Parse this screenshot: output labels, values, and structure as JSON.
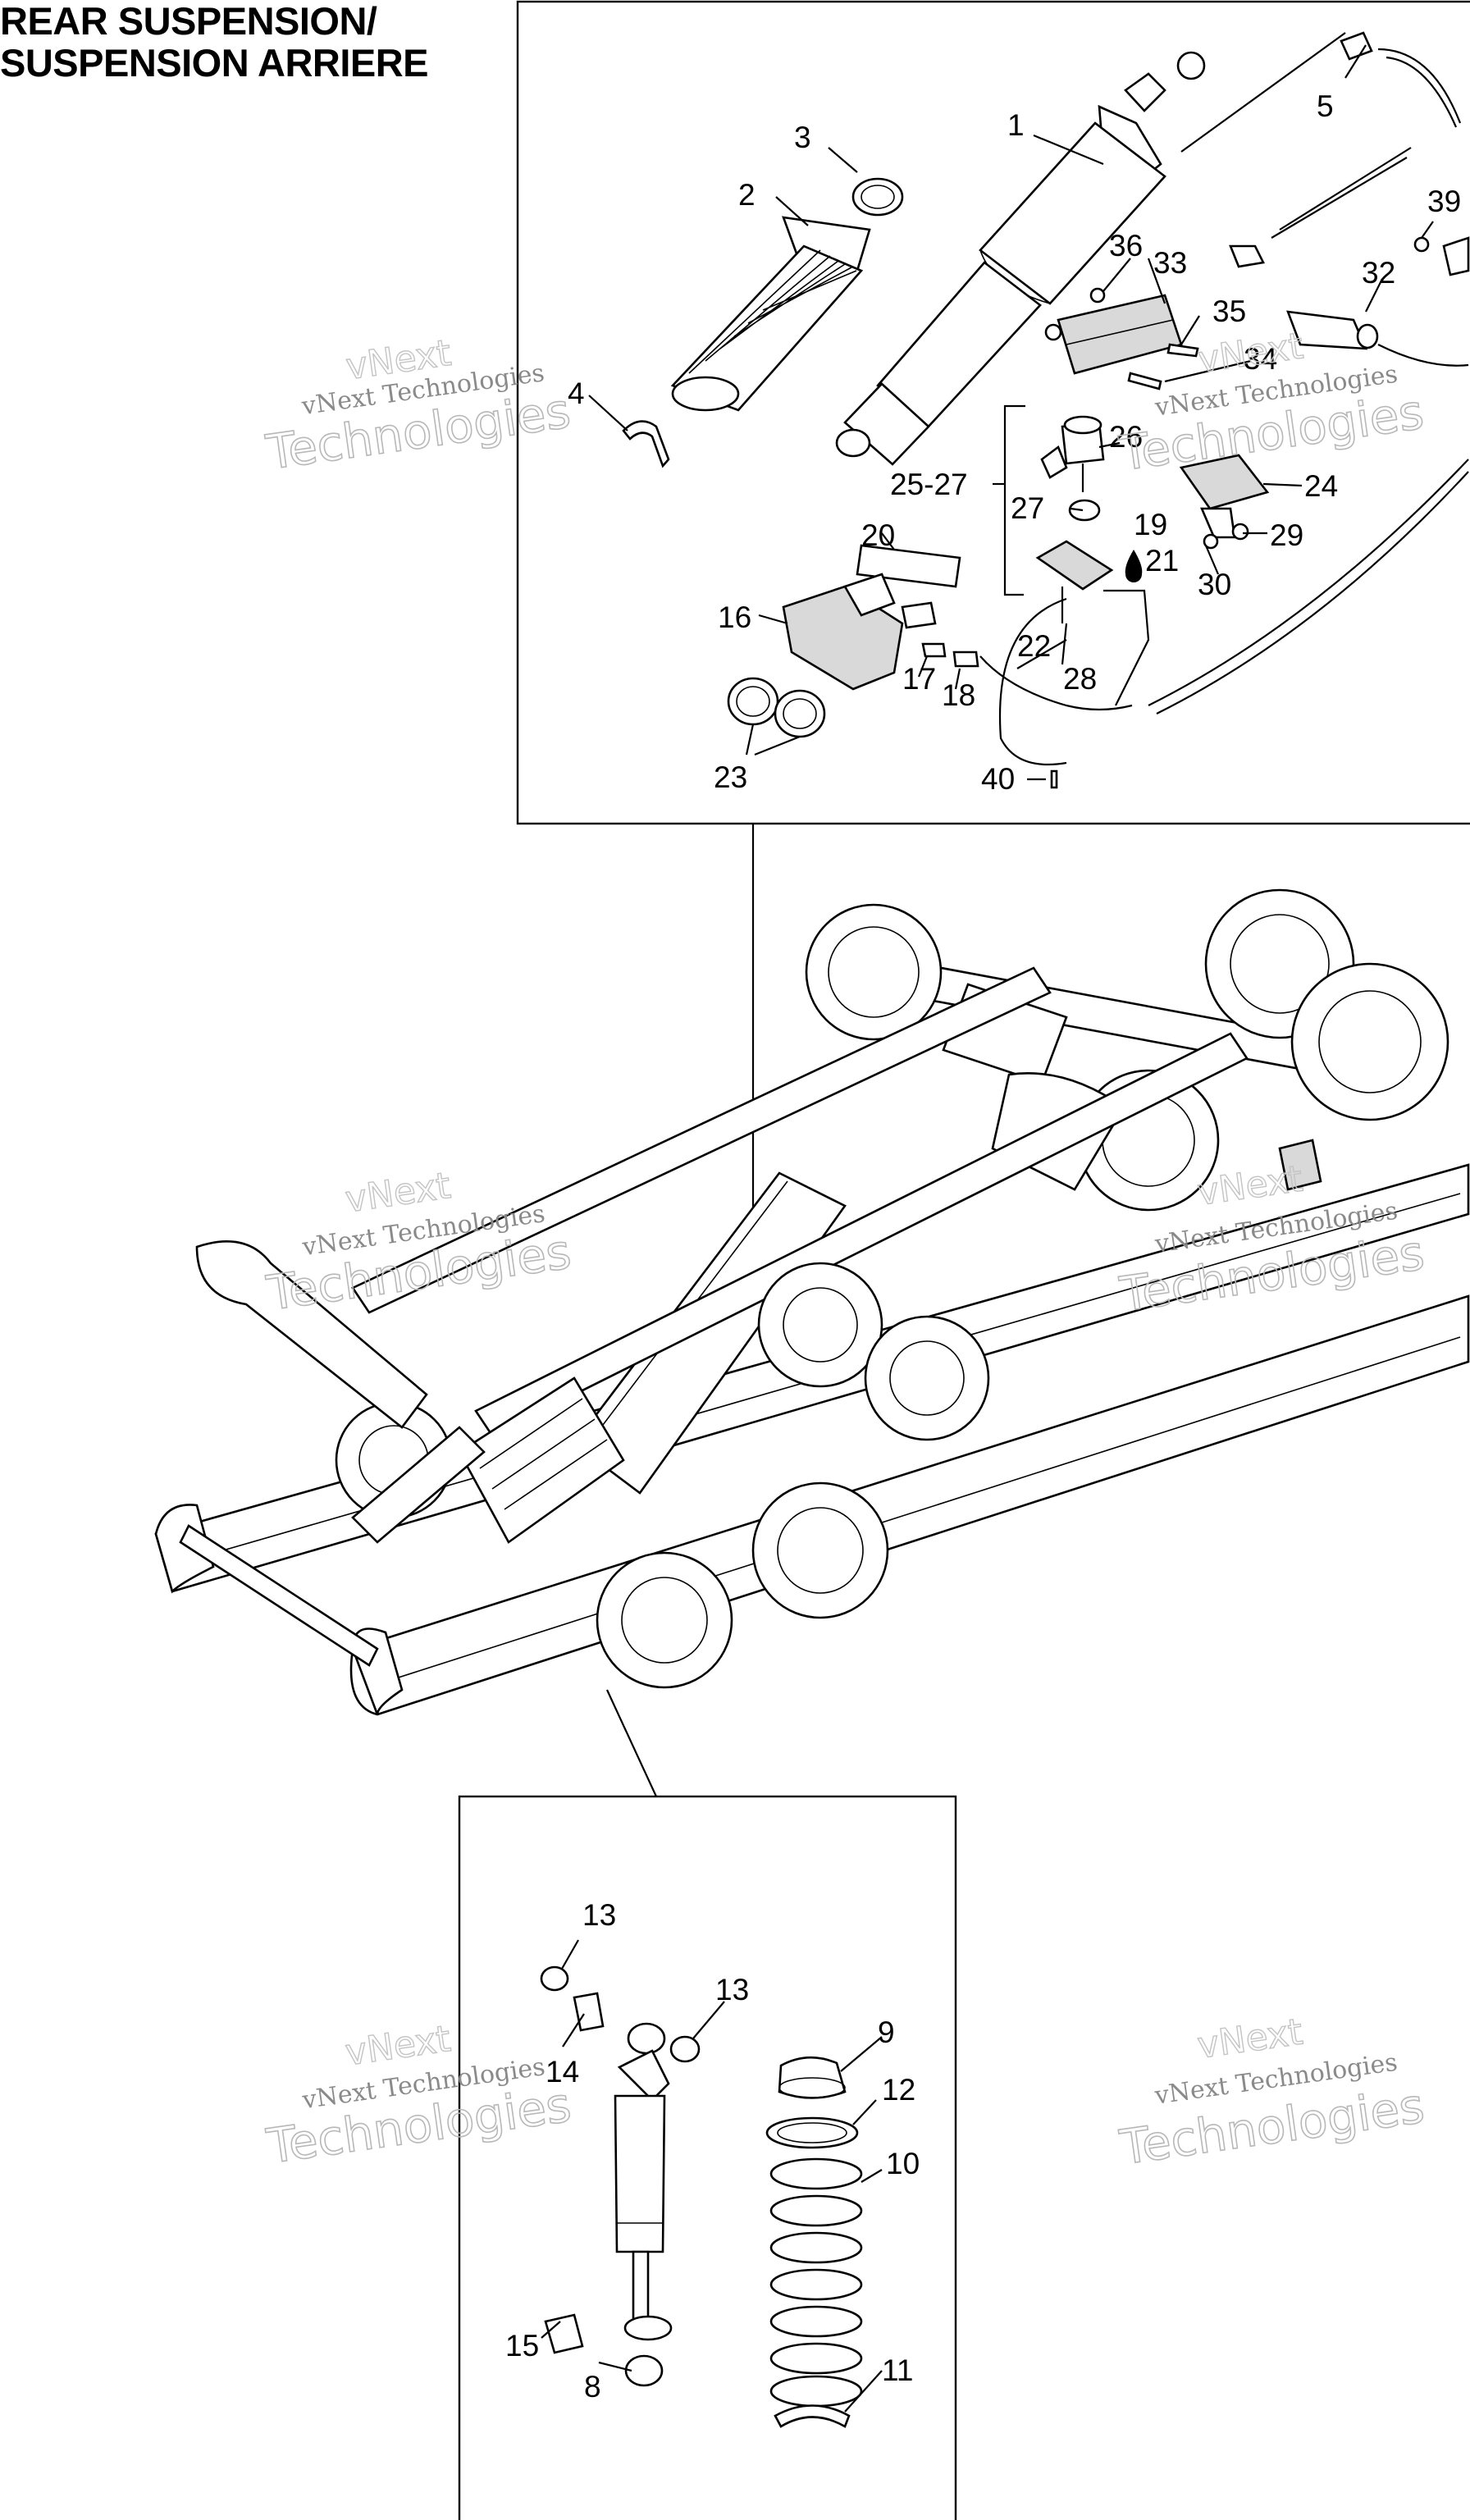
{
  "title": {
    "line1": "REAR SUSPENSION/",
    "line2": "SUSPENSION ARRIERE"
  },
  "watermark": {
    "line0": "vNext",
    "line1": "vNext Technologies",
    "line2": "Technologies"
  },
  "callouts": {
    "c1": "1",
    "c2": "2",
    "c3": "3",
    "c4": "4",
    "c5": "5",
    "c8": "8",
    "c9": "9",
    "c10": "10",
    "c11": "11",
    "c12": "12",
    "c13a": "13",
    "c13b": "13",
    "c14": "14",
    "c15": "15",
    "c16": "16",
    "c17": "17",
    "c18": "18",
    "c19": "19",
    "c20": "20",
    "c21": "21",
    "c22": "22",
    "c23": "23",
    "c24": "24",
    "c25_27": "25-27",
    "c26": "26",
    "c27": "27",
    "c28": "28",
    "c29": "29",
    "c30": "30",
    "c32": "32",
    "c33": "33",
    "c34": "34",
    "c35": "35",
    "c36": "36",
    "c39": "39",
    "c40": "40"
  },
  "colors": {
    "ink": "#000000",
    "watermark": "#9a9a9a",
    "background": "#ffffff"
  }
}
